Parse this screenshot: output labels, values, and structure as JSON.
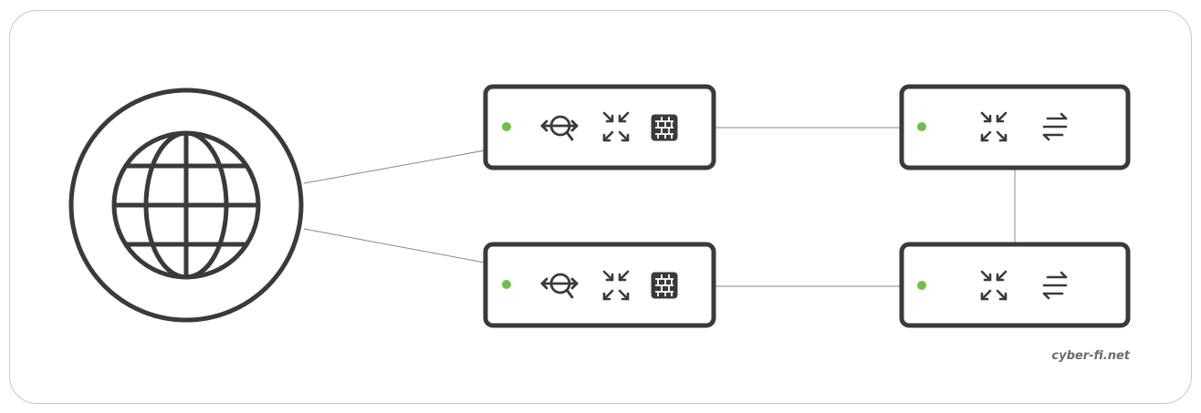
{
  "footer": {
    "credit": "cyber-fi.net"
  },
  "colors": {
    "stroke": "#3a3a3a",
    "status_led": "#6fbf44",
    "background": "#ffffff",
    "frame": "#c8c8c8",
    "link": "#888888",
    "footer_text": "#6b6b6b"
  },
  "devices": [
    {
      "id": "firewall-top",
      "status": "online",
      "icons": [
        "inspection-icon",
        "routing-icon",
        "firewall-icon"
      ]
    },
    {
      "id": "firewall-bottom",
      "status": "online",
      "icons": [
        "inspection-icon",
        "routing-icon",
        "firewall-icon"
      ]
    },
    {
      "id": "switch-top",
      "status": "online",
      "icons": [
        "routing-icon",
        "switching-icon"
      ]
    },
    {
      "id": "switch-bottom",
      "status": "online",
      "icons": [
        "routing-icon",
        "switching-icon"
      ]
    }
  ],
  "links": [
    [
      "internet",
      "firewall-top"
    ],
    [
      "internet",
      "firewall-bottom"
    ],
    [
      "firewall-top",
      "switch-top"
    ],
    [
      "firewall-bottom",
      "switch-bottom"
    ],
    [
      "switch-top",
      "switch-bottom"
    ]
  ]
}
